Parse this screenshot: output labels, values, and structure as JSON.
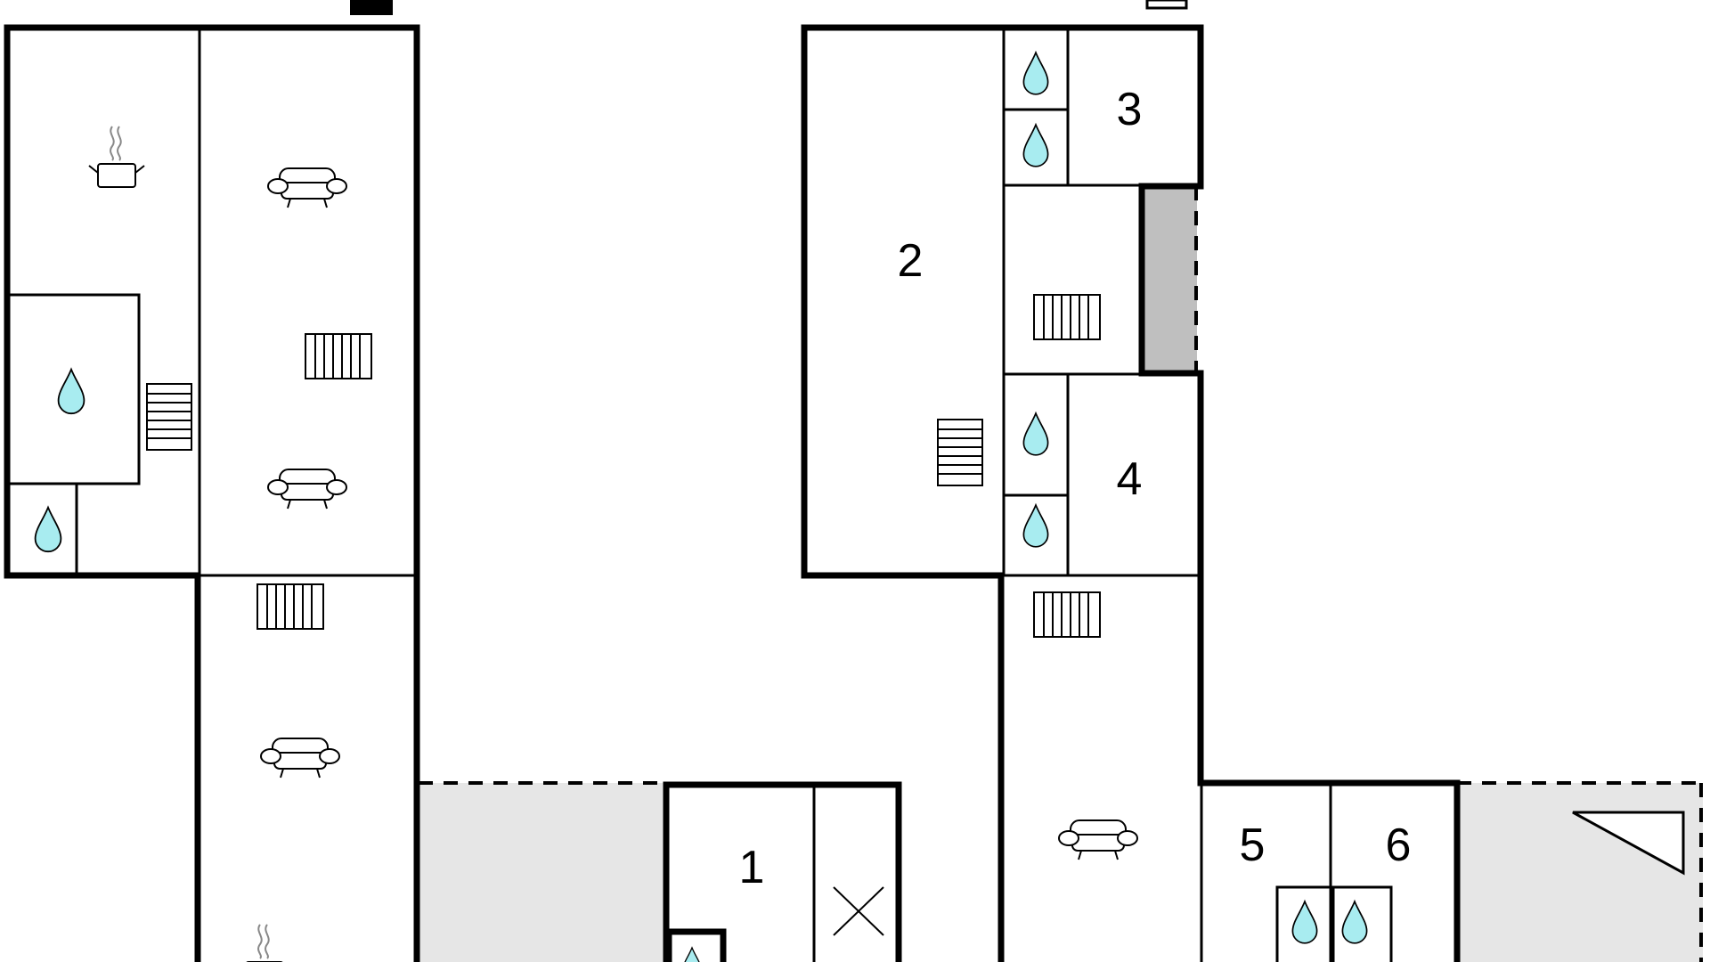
{
  "colors": {
    "wall": "#000000",
    "water_drop": "#a8ecf0",
    "terrace": "#e6e6e6",
    "chimney": "#bfbfbf",
    "background": "#ffffff"
  },
  "rooms": [
    {
      "id": "room-1",
      "label": "1"
    },
    {
      "id": "room-2",
      "label": "2"
    },
    {
      "id": "room-3",
      "label": "3"
    },
    {
      "id": "room-4",
      "label": "4"
    },
    {
      "id": "room-5",
      "label": "5"
    },
    {
      "id": "room-6",
      "label": "6"
    }
  ],
  "icons": {
    "water": "water-drop-icon",
    "sofa": "sofa-icon",
    "radiator": "radiator-icon",
    "stove": "cooking-pot-icon",
    "entrance": "entrance-arrow-icon",
    "cross": "cross-icon"
  }
}
